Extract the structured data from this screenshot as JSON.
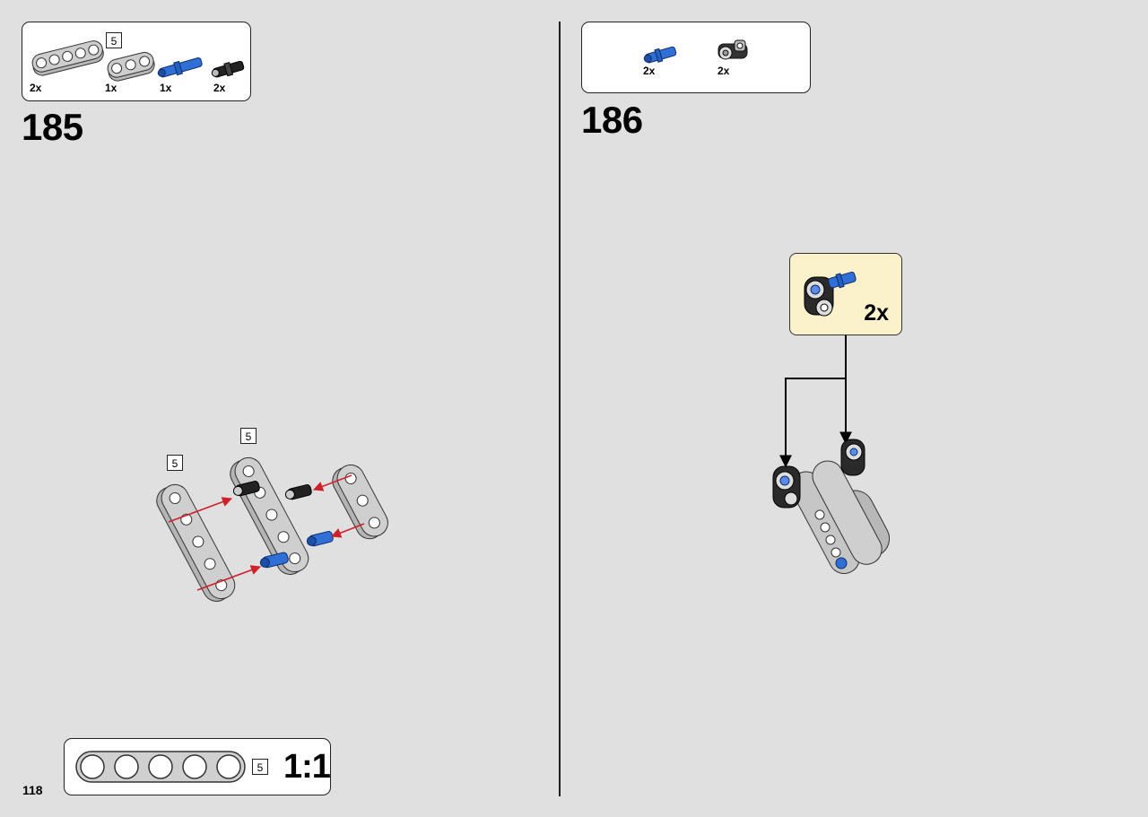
{
  "page": {
    "number": "118"
  },
  "steps": [
    {
      "number": "185",
      "parts": [
        {
          "qty": "2x",
          "name": "beam-5-gray",
          "length": "5"
        },
        {
          "qty": "1x",
          "name": "beam-3-gray"
        },
        {
          "qty": "1x",
          "name": "axle-pin-blue"
        },
        {
          "qty": "2x",
          "name": "pin-black"
        }
      ],
      "beam_labels": [
        "5",
        "5"
      ]
    },
    {
      "number": "186",
      "parts": [
        {
          "qty": "2x",
          "name": "axle-pin-blue-short"
        },
        {
          "qty": "2x",
          "name": "pin-connector-gray"
        }
      ],
      "callout": {
        "qty": "2x"
      }
    }
  ],
  "ruler": {
    "length": "5",
    "scale": "1:1"
  },
  "colors": {
    "background": "#e0e0e0",
    "beam": "#c8c8c8",
    "pin_blue": "#2f6fd6",
    "pin_black": "#1a1a1a",
    "arrow_red": "#d0202a",
    "callout_bg": "#fbf2cc"
  }
}
